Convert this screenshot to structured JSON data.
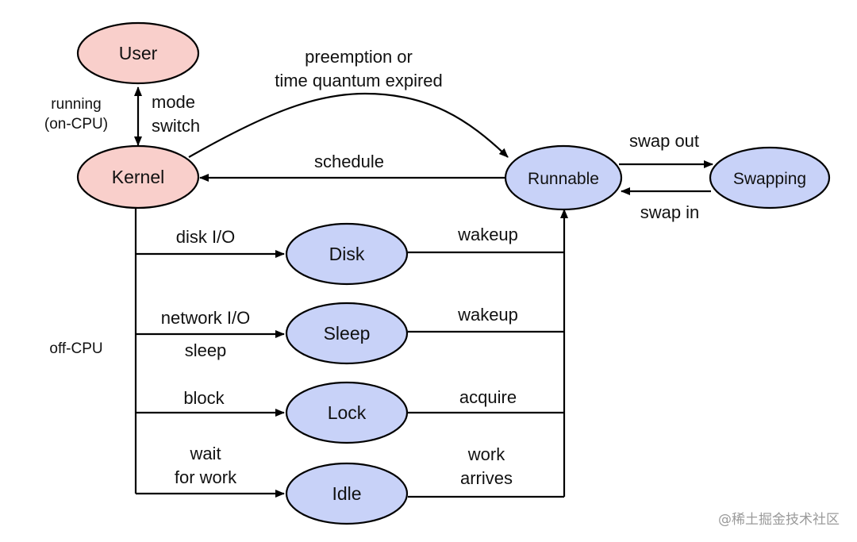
{
  "colors": {
    "user_fill": "#f9cfcb",
    "offcpu_fill": "#c8d2f8",
    "stroke": "#000000"
  },
  "nodes": {
    "user": "User",
    "kernel": "Kernel",
    "runnable": "Runnable",
    "swapping": "Swapping",
    "disk": "Disk",
    "sleep": "Sleep",
    "lock": "Lock",
    "idle": "Idle"
  },
  "side_labels": {
    "running_line1": "running",
    "running_line2": "(on-CPU)",
    "off_cpu": "off-CPU"
  },
  "edges": {
    "mode_switch_line1": "mode",
    "mode_switch_line2": "switch",
    "preemption_line1": "preemption or",
    "preemption_line2": "time quantum expired",
    "schedule": "schedule",
    "swap_out": "swap out",
    "swap_in": "swap in",
    "disk_io": "disk I/O",
    "network_io": "network I/O",
    "sleep": "sleep",
    "block": "block",
    "wait_line1": "wait",
    "wait_line2": "for work",
    "disk_wakeup": "wakeup",
    "sleep_wakeup": "wakeup",
    "acquire": "acquire",
    "work_arrives_line1": "work",
    "work_arrives_line2": "arrives"
  },
  "watermark": "@稀土掘金技术社区"
}
